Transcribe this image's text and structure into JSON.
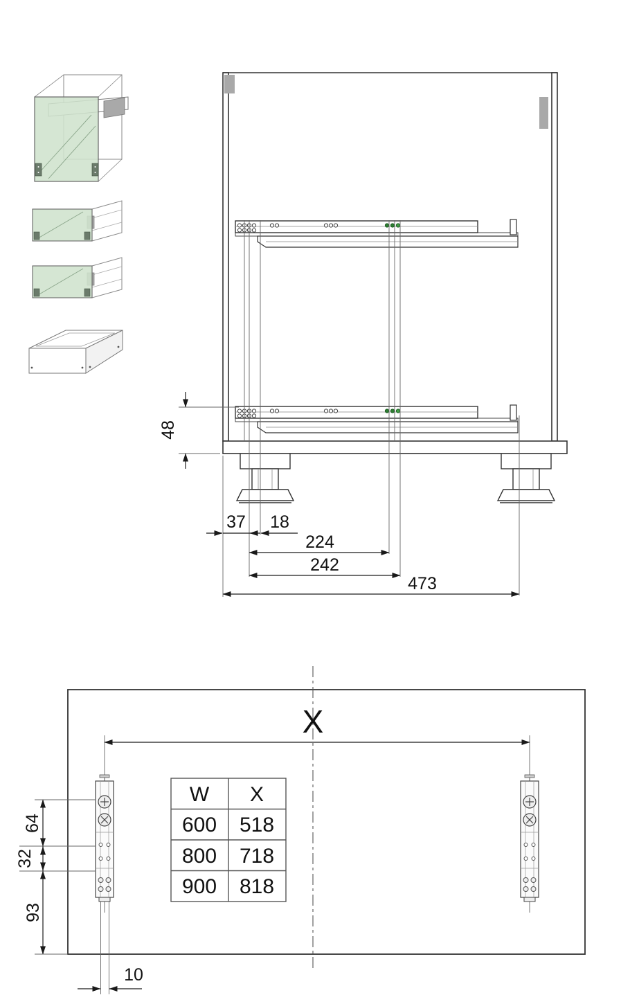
{
  "colors": {
    "outline": "#333333",
    "dim_line": "#1a1a1a",
    "thin_line": "#666666",
    "green_glass": "#cfe2cd",
    "gray_fill": "#a9a9a9",
    "hole_green_dark": "#2e7d32",
    "hole_green_light": "#43a047"
  },
  "cabinet_view": {
    "dimensions": {
      "d48": "48",
      "d37": "37",
      "d18": "18",
      "d224": "224",
      "d242": "242",
      "d473": "473"
    }
  },
  "panel_view": {
    "width_label": "X",
    "dimensions": {
      "d64": "64",
      "d32": "32",
      "d93": "93",
      "d10": "10"
    },
    "table": {
      "headers": [
        "W",
        "X"
      ],
      "rows": [
        [
          "600",
          "518"
        ],
        [
          "800",
          "718"
        ],
        [
          "900",
          "818"
        ]
      ]
    }
  }
}
